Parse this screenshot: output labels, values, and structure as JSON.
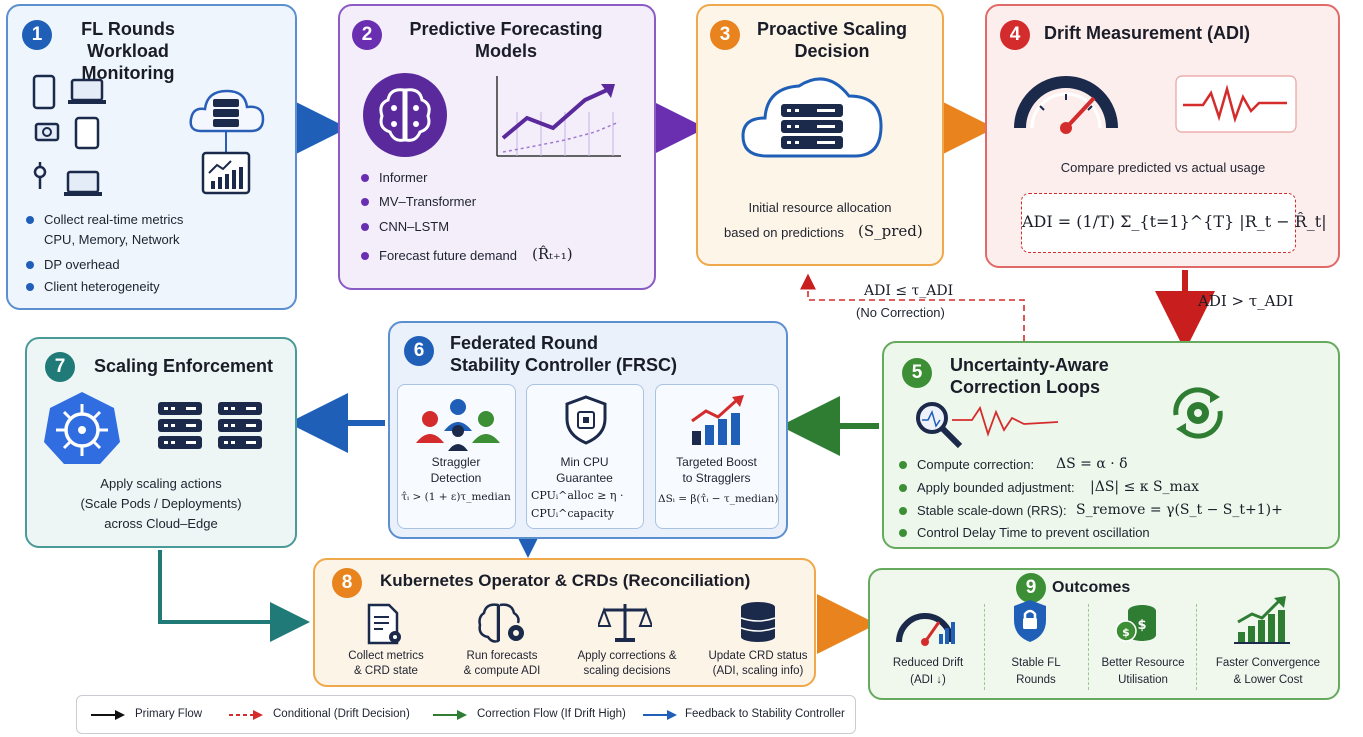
{
  "panel1": {
    "number": "1",
    "title_line1": "FL Rounds",
    "title_line2": "Workload Monitoring",
    "bullets": [
      "Collect real-time metrics",
      "CPU, Memory, Network",
      "DP overhead",
      "Client heterogeneity"
    ],
    "colors": {
      "accent": "#1f5fb8"
    }
  },
  "panel2": {
    "number": "2",
    "title_line1": "Predictive Forecasting",
    "title_line2": "Models",
    "bullets": [
      "Informer",
      "MV–Transformer",
      "CNN–LSTM",
      "Forecast future demand"
    ],
    "formula": "(R̂ₜ₊₁)",
    "colors": {
      "accent": "#6a2fb0"
    }
  },
  "panel3": {
    "number": "3",
    "title_line1": "Proactive Scaling",
    "title_line2": "Decision",
    "text_line1": "Initial resource allocation",
    "text_line2": "based on predictions",
    "formula": "(S_pred)",
    "colors": {
      "accent": "#e8831e"
    }
  },
  "panel4": {
    "number": "4",
    "title": "Drift Measurement (ADI)",
    "compare_text": "Compare predicted vs actual usage",
    "formula": "ADI = (1/T) Σ_{t=1}^{T} |R_t − R̂_t|",
    "colors": {
      "accent": "#d42c2c"
    }
  },
  "panel5": {
    "number": "5",
    "title_line1": "Uncertainty-Aware",
    "title_line2": "Correction Loops",
    "items": [
      {
        "label": "Compute correction:",
        "formula": "ΔS = α · δ̄"
      },
      {
        "label": "Apply bounded adjustment:",
        "formula": "|ΔS| ≤ κ S_max"
      },
      {
        "label": "Stable scale-down (RRS):",
        "formula": "S_remove = γ(S_t − S_t+1)+"
      },
      {
        "label": "Control Delay Time to prevent oscillation",
        "formula": ""
      }
    ],
    "colors": {
      "accent": "#3c8f34"
    }
  },
  "panel6": {
    "number": "6",
    "title_line1": "Federated Round",
    "title_line2": "Stability Controller (FRSC)",
    "cards": [
      {
        "label1": "Straggler",
        "label2": "Detection",
        "formula1": "τ̂ᵢ > (1 + ε)τ_median",
        "formula2": ""
      },
      {
        "label1": "Min CPU",
        "label2": "Guarantee",
        "formula1": "CPUᵢ^alloc ≥ η ·",
        "formula2": "CPUᵢ^capacity"
      },
      {
        "label1": "Targeted Boost",
        "label2": "to Stragglers",
        "formula1": "ΔSᵢ = β(τ̂ᵢ − τ_median)",
        "formula2": ""
      }
    ]
  },
  "panel7": {
    "number": "7",
    "title": "Scaling Enforcement",
    "text_lines": [
      "Apply scaling actions",
      "(Scale Pods / Deployments)",
      "across Cloud–Edge"
    ]
  },
  "panel8": {
    "number": "8",
    "title": "Kubernetes Operator & CRDs (Reconciliation)",
    "steps": [
      {
        "line1": "Collect metrics",
        "line2": "& CRD state"
      },
      {
        "line1": "Run forecasts",
        "line2": "& compute ADI"
      },
      {
        "line1": "Apply corrections &",
        "line2": "scaling decisions"
      },
      {
        "line1": "Update CRD status",
        "line2": "(ADI, scaling info)"
      }
    ]
  },
  "panel9": {
    "number": "9",
    "title": "Outcomes",
    "items": [
      {
        "line1": "Reduced Drift",
        "line2": "(ADI ↓)"
      },
      {
        "line1": "Stable FL",
        "line2": "Rounds"
      },
      {
        "line1": "Better Resource",
        "line2": "Utilisation"
      },
      {
        "line1": "Faster Convergence",
        "line2": "& Lower Cost"
      }
    ]
  },
  "conditions": {
    "no_correction_formula": "ADI ≤ τ_ADI",
    "no_correction_label": "(No Correction)",
    "high_drift_formula": "ADI > τ_ADI"
  },
  "legend": {
    "items": [
      "Primary Flow",
      "Conditional (Drift Decision)",
      "Correction Flow (If Drift High)",
      "Feedback to Stability Controller"
    ],
    "colors": {
      "primary": "#111111",
      "conditional": "#d42c2c",
      "correction": "#2e7d32",
      "feedback": "#1f5fb8"
    }
  }
}
